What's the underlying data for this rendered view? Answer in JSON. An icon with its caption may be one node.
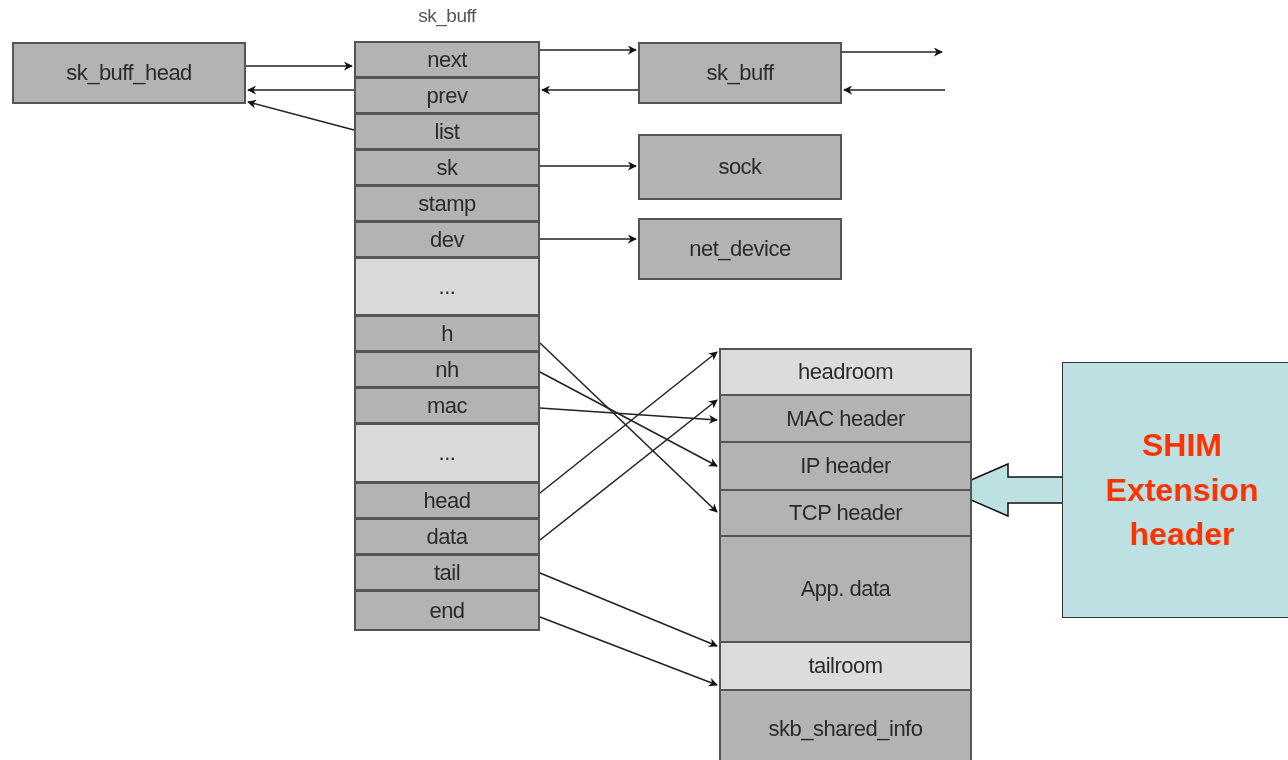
{
  "diagram": {
    "nodes": [
      {
        "text": [
          "sk_buff_head"
        ]
      },
      {
        "text": [
          "sk_buff"
        ]
      },
      {
        "text": [
          "next"
        ],
        "in": 1
      },
      {
        "text": [
          "prev"
        ],
        "in": 1
      },
      {
        "text": [
          "list"
        ],
        "in": 1
      },
      {
        "text": [
          "sk"
        ],
        "in": 1
      },
      {
        "text": [
          "stamp"
        ],
        "in": 1
      },
      {
        "text": [
          "dev"
        ],
        "in": 1
      },
      {
        "text": [
          "..."
        ],
        "in": 1
      },
      {
        "text": [
          "h"
        ],
        "in": 1
      },
      {
        "text": [
          "nh"
        ],
        "in": 1
      },
      {
        "text": [
          "mac"
        ],
        "in": 1
      },
      {
        "text": [
          "..."
        ],
        "in": 1
      },
      {
        "text": [
          "head"
        ],
        "in": 1
      },
      {
        "text": [
          "data"
        ],
        "in": 1
      },
      {
        "text": [
          "tail"
        ],
        "in": 1
      },
      {
        "text": [
          "end"
        ],
        "in": 1
      },
      {
        "text": [
          "sk_buff"
        ]
      },
      {
        "text": [
          "sock"
        ]
      },
      {
        "text": [
          "net_device"
        ]
      },
      {
        "text": [
          "headroom"
        ]
      },
      {
        "text": [
          "MAC header"
        ]
      },
      {
        "text": [
          "IP header"
        ]
      },
      {
        "text": [
          "TCP header"
        ]
      },
      {
        "text": [
          "App. data"
        ]
      },
      {
        "text": [
          "tailroom"
        ]
      },
      {
        "text": [
          "skb_shared_info"
        ]
      },
      {
        "text": [
          "SHIM Extension header"
        ]
      }
    ],
    "edges": [
      {
        "from": 0,
        "to": 2,
        "arrow": "to"
      },
      {
        "from": 2,
        "to": 17,
        "arrow": "to"
      },
      {
        "from": 17,
        "to": 3,
        "arrow": "to"
      },
      {
        "from": 3,
        "to": 0,
        "arrow": "to"
      },
      {
        "from": 4,
        "to": 0,
        "arrow": "to"
      },
      {
        "from": 17,
        "to": null,
        "arrow": "to"
      },
      {
        "from": null,
        "to": 17,
        "arrow": "to"
      },
      {
        "from": 5,
        "to": 18,
        "arrow": "to"
      },
      {
        "from": 7,
        "to": 19,
        "arrow": "to"
      },
      {
        "from": 9,
        "to": 23,
        "arrow": "to"
      },
      {
        "from": 10,
        "to": 22,
        "arrow": "to"
      },
      {
        "from": 11,
        "to": 21,
        "arrow": "to"
      },
      {
        "from": 13,
        "to": 20,
        "arrow": "to"
      },
      {
        "from": 14,
        "to": 21,
        "arrow": "to"
      },
      {
        "from": 15,
        "to": 25,
        "arrow": "to"
      },
      {
        "from": 16,
        "to": 25,
        "arrow": "to"
      },
      {
        "from": 27,
        "to": null,
        "arrow": "to"
      }
    ]
  }
}
